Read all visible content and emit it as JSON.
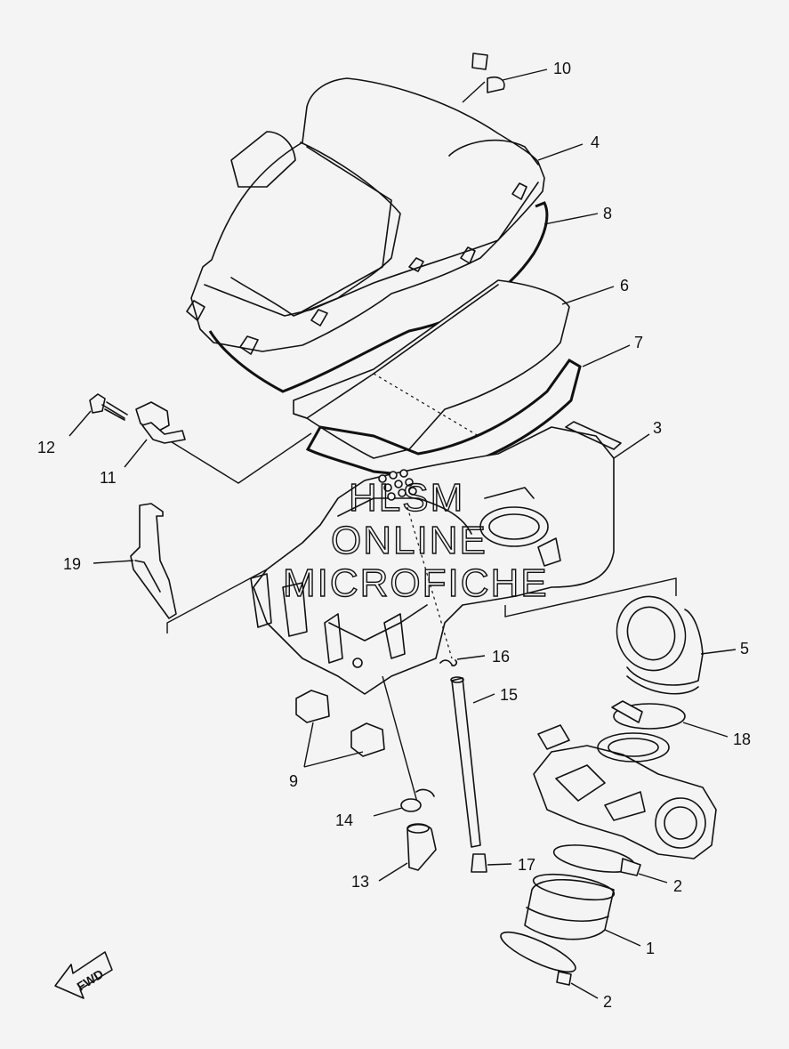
{
  "callouts": [
    {
      "id": "c10",
      "label": "10"
    },
    {
      "id": "c4",
      "label": "4"
    },
    {
      "id": "c8",
      "label": "8"
    },
    {
      "id": "c6",
      "label": "6"
    },
    {
      "id": "c7",
      "label": "7"
    },
    {
      "id": "c3",
      "label": "3"
    },
    {
      "id": "c12",
      "label": "12"
    },
    {
      "id": "c11",
      "label": "11"
    },
    {
      "id": "c19",
      "label": "19"
    },
    {
      "id": "c5",
      "label": "5"
    },
    {
      "id": "c16",
      "label": "16"
    },
    {
      "id": "c15",
      "label": "15"
    },
    {
      "id": "c18",
      "label": "18"
    },
    {
      "id": "c9",
      "label": "9"
    },
    {
      "id": "c14",
      "label": "14"
    },
    {
      "id": "c2a",
      "label": "2"
    },
    {
      "id": "c17",
      "label": "17"
    },
    {
      "id": "c13",
      "label": "13"
    },
    {
      "id": "c1",
      "label": "1"
    },
    {
      "id": "c2b",
      "label": "2"
    }
  ],
  "watermark": {
    "line1": "HLSM",
    "line2": "ONLINE",
    "line3": "MICROFICHE"
  },
  "fwd_label": "FWD"
}
